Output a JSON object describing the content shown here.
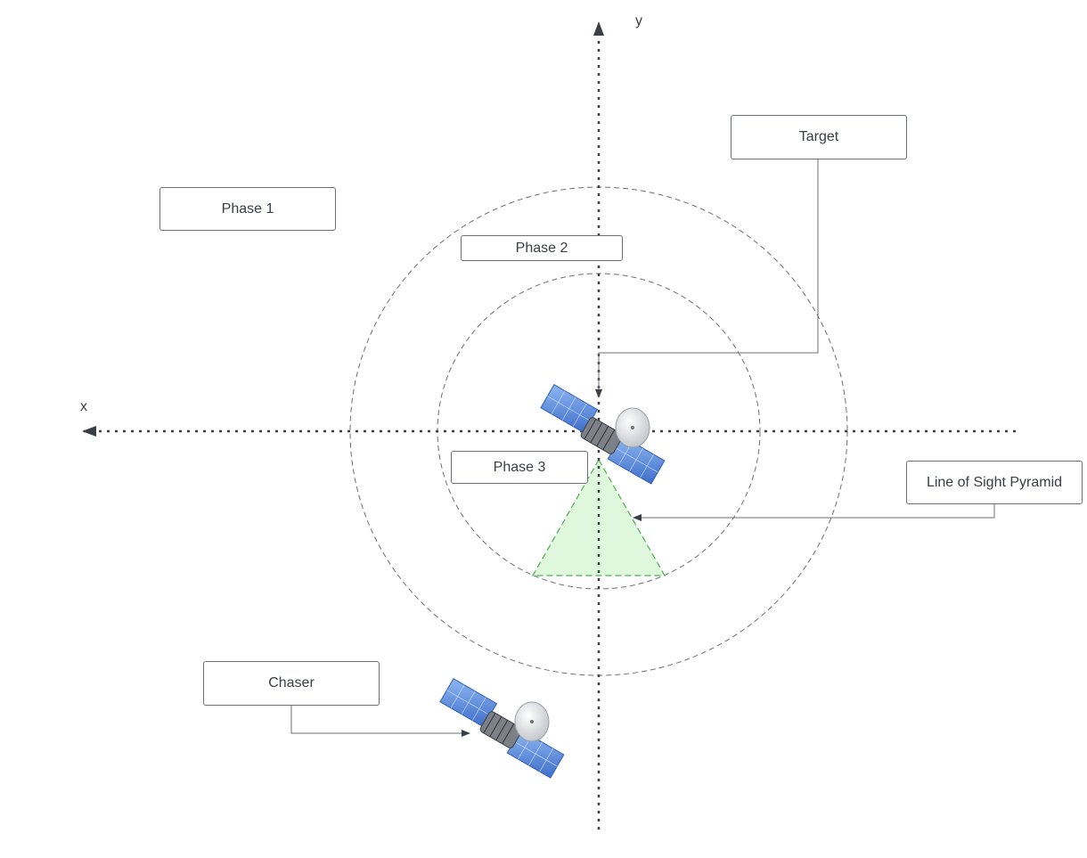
{
  "axes": {
    "x_label": "x",
    "y_label": "y"
  },
  "labels": {
    "phase1": "Phase 1",
    "phase2": "Phase 2",
    "phase3": "Phase 3",
    "target": "Target",
    "line_of_sight": "Line of Sight Pyramid",
    "chaser": "Chaser"
  },
  "colors": {
    "line": "#3a3e45",
    "connector": "#6b6f76",
    "pyramid_fill": "#dff7dc",
    "pyramid_stroke": "#4caf50",
    "panel": "#5a8de0"
  }
}
